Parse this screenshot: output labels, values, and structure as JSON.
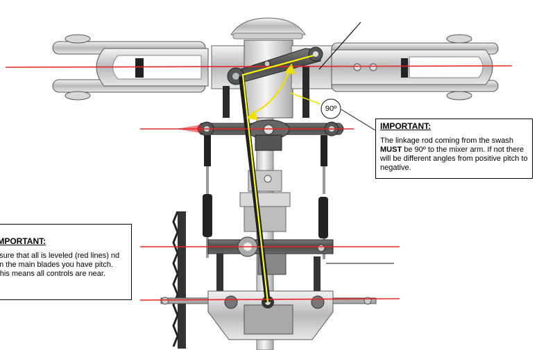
{
  "angle_label": "90º",
  "note_right": {
    "heading": "IMPORTANT:",
    "text_before": "The linkage rod coming from the swash ",
    "emphasis": "MUST",
    "text_after": " be 90º to the mixer arm. If not there will be different angles from positive pitch to negative."
  },
  "note_left": {
    "heading": "IMPORTANT:",
    "text": "nsure that all is leveled (red lines) nd on the main blades you have  pitch. This means all controls are near."
  },
  "colors": {
    "level_line": "#e8262a",
    "linkage_highlight": "#ffff00",
    "angle_marker": "#f0e000",
    "metal_dark": "#3a3a3a",
    "metal_mid": "#9a9a9a",
    "metal_light": "#e2e2e2"
  }
}
